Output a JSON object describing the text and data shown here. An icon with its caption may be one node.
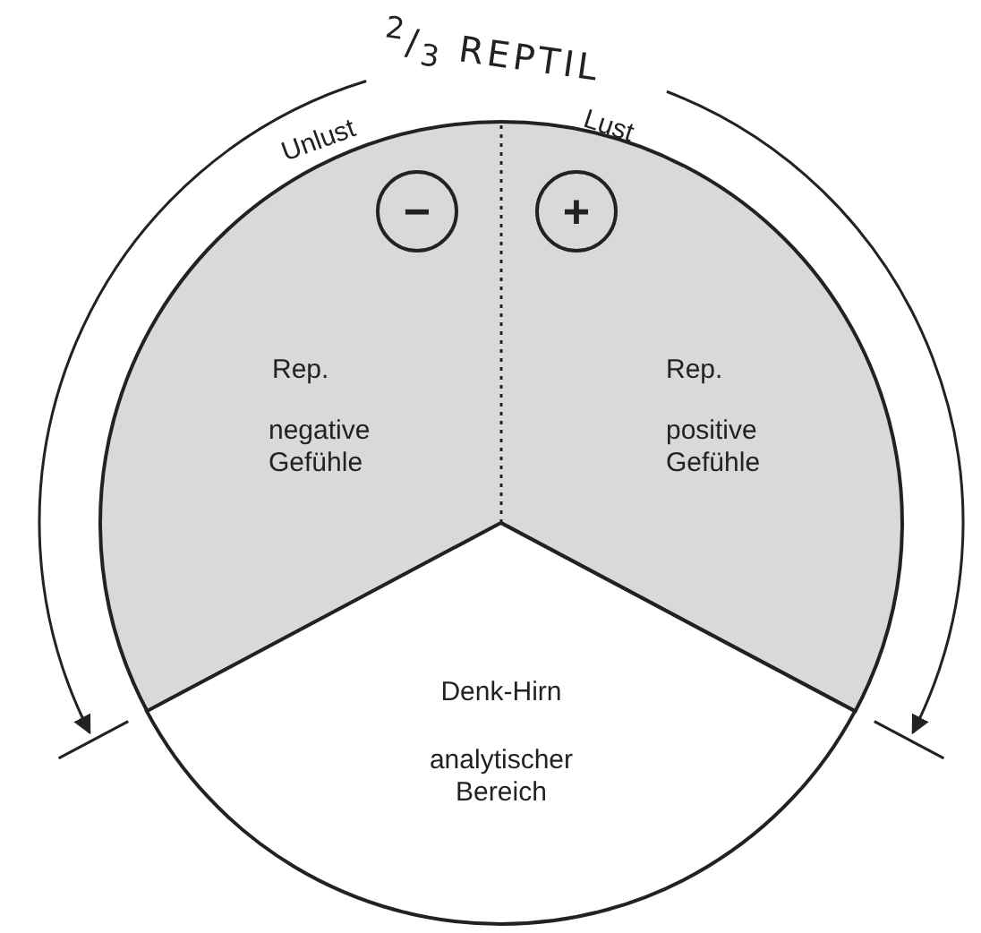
{
  "diagram": {
    "nodes": [
      {
        "text": [
          "Rep.",
          "negative Gefühle"
        ]
      },
      {
        "text": [
          "−"
        ],
        "in": 0
      },
      {
        "text": [
          "Rep.",
          "positive Gefühle"
        ]
      },
      {
        "text": [
          "+"
        ],
        "in": 2
      },
      {
        "text": [
          "Denk-Hirn",
          "analytischer Bereich"
        ]
      }
    ],
    "edges": [],
    "labels": [
      "$^{2}$/$_{3}$ REPTIL",
      "Unlust",
      "Lust"
    ]
  }
}
